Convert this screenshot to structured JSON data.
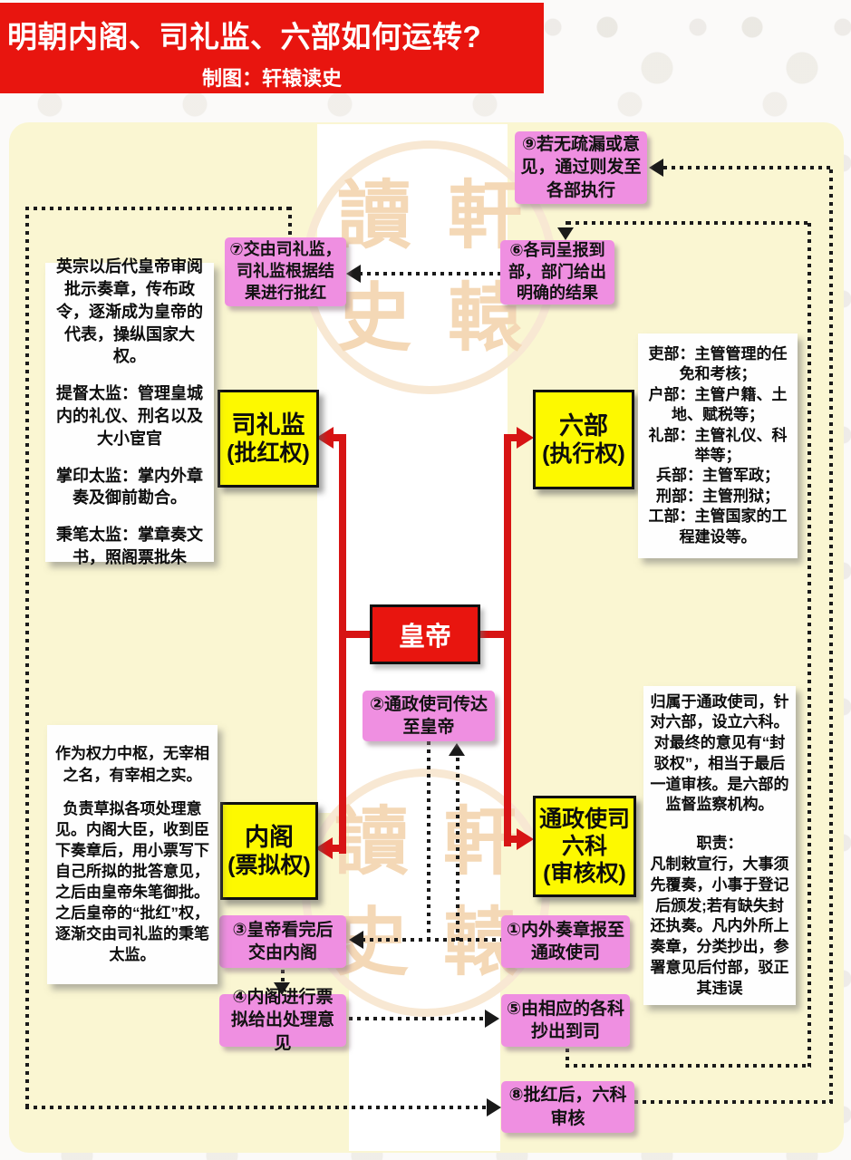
{
  "banner": {
    "title": "明朝内阁、司礼监、六部如何运转?",
    "subtitle": "制图：轩辕读史"
  },
  "watermark": {
    "top_left": "讀",
    "top_right": "軒",
    "bottom_left": "史",
    "bottom_right": "轅"
  },
  "nodes": {
    "emperor": {
      "label": "皇帝"
    },
    "silijian": {
      "lines": [
        "司礼监",
        "(批红权)"
      ]
    },
    "liubu": {
      "lines": [
        "六部",
        "(执行权)"
      ]
    },
    "neige": {
      "lines": [
        "内阁",
        "(票拟权)"
      ]
    },
    "tongzheng": {
      "lines": [
        "通政使司",
        "六科",
        "(审核权)"
      ]
    }
  },
  "steps": {
    "s1": "①内外奏章报至通政使司",
    "s2": "②通政使司传达至皇帝",
    "s3": "③皇帝看完后交由内阁",
    "s4": "④内阁进行票拟给出处理意见",
    "s5": "⑤由相应的各科抄出到司",
    "s6": "⑥各司呈报到部，部门给出明确的结果",
    "s7": "⑦交由司礼监，司礼监根据结果进行批红",
    "s8": "⑧批红后，六科审核",
    "s9": "⑨若无疏漏或意见，通过则发至各部执行"
  },
  "descriptions": {
    "silijian": {
      "p1": "英宗以后代皇帝审阅批示奏章，传布政令，逐渐成为皇帝的代表，操纵国家大权。",
      "p2": "提督太监：管理皇城内的礼仪、刑名以及大小宦官",
      "p3": "掌印太监：掌内外章奏及御前勘合。",
      "p4": "秉笔太监：掌章奏文书，照阁票批朱"
    },
    "liubu": {
      "p1": "吏部：主管管理的任免和考核；",
      "p2": "户部：主管户籍、土地、赋税等；",
      "p3": "礼部：主管礼仪、科举等；",
      "p4": "兵部：主管军政；",
      "p5": "刑部：主管刑狱；",
      "p6": "工部：主管国家的工程建设等。"
    },
    "neige": {
      "p1": "作为权力中枢，无宰相之名，有宰相之实。",
      "p2": "负责草拟各项处理意见。内阁大臣，收到臣下奏章后，用小票写下自己所拟的批答意见，之后由皇帝朱笔御批。之后皇帝的“批红”权，逐渐交由司礼监的秉笔太监。"
    },
    "tongzheng": {
      "p1": "归属于通政使司，针对六部，设立六科。对最终的意见有“封驳权”，相当于最后一道审核。是六部的监督监察机构。",
      "p2": "职责：",
      "p3": "凡制敕宣行，大事须先覆奏，小事于登记后颁发;若有缺失封还执奏。凡内外所上奏章，分类抄出，参署意见后付部，驳正其违误"
    }
  },
  "colors": {
    "banner_red": "#E8150F",
    "arrow_red": "#D71414",
    "node_yellow": "#FDF900",
    "step_pink": "#EF8FE1",
    "panel_cream": "#FAF6D2",
    "line_black": "#1A1A1A"
  }
}
